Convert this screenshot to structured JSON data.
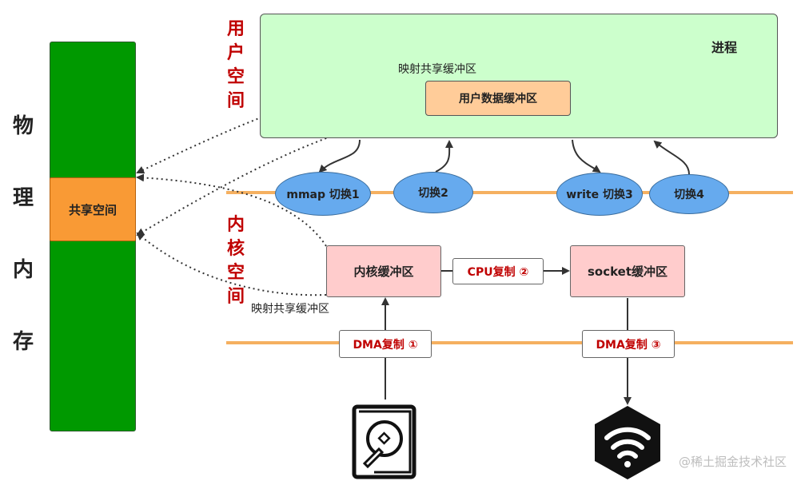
{
  "physical_memory": {
    "chars": [
      "物",
      "理",
      "内",
      "存"
    ]
  },
  "shared_space": {
    "label": "共享空间"
  },
  "user_space": {
    "chars": [
      "用",
      "户",
      "空",
      "间"
    ]
  },
  "kernel_space": {
    "chars": [
      "内",
      "核",
      "空",
      "间"
    ]
  },
  "process": {
    "title": "进程"
  },
  "user_buffer": {
    "label": "用户数据缓冲区"
  },
  "map_label_top": "映射共享缓冲区",
  "map_label_bottom": "映射共享缓冲区",
  "switches": [
    {
      "label": "mmap 切换1"
    },
    {
      "label": "切换2"
    },
    {
      "label": "write 切换3"
    },
    {
      "label": "切换4"
    }
  ],
  "kernel_buffer": {
    "label": "内核缓冲区"
  },
  "socket_buffer": {
    "label": "socket缓冲区"
  },
  "copies": {
    "cpu": "CPU复制 ②",
    "dma_disk": "DMA复制 ①",
    "dma_net": "DMA复制 ③"
  },
  "icons": {
    "disk": "hard-disk-icon",
    "network": "wifi-icon"
  },
  "watermark": "@稀土掘金技术社区",
  "colors": {
    "physical_memory": "#009900",
    "shared_space": "#f99a35",
    "process": "#ccffcc",
    "user_buffer": "#ffcc99",
    "kernel_box": "#ffcccc",
    "switch": "#66aaee",
    "boundary": "#f5b060",
    "red_text": "#c00000"
  }
}
